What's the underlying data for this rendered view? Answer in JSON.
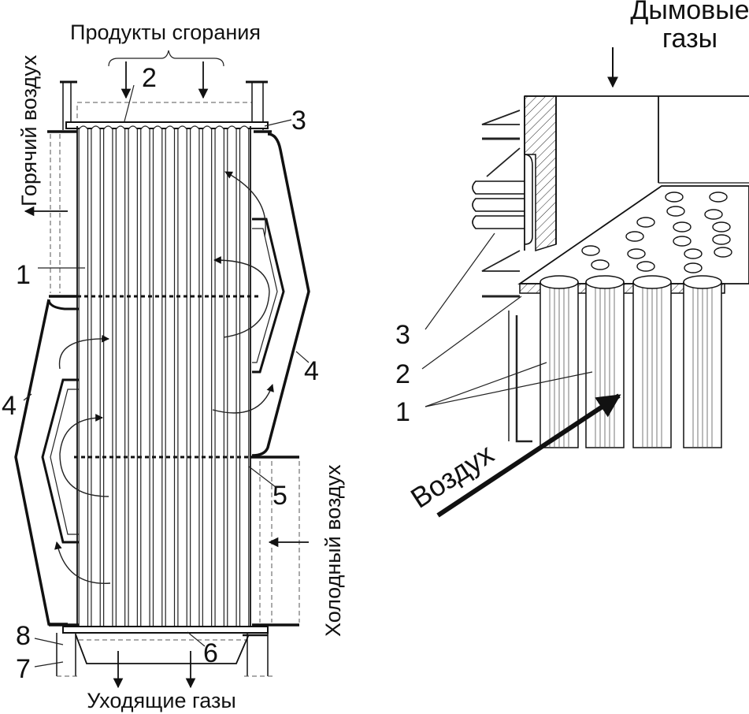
{
  "left_diagram": {
    "label_top": "Продукты сгорания",
    "label_bottom": "Уходящие газы",
    "label_hot_air": "Горячий воздух",
    "label_cold_air": "Холодный воздух",
    "callouts": {
      "n1": "1",
      "n2": "2",
      "n3": "3",
      "n4_left": "4",
      "n4_right": "4",
      "n5": "5",
      "n6": "6",
      "n7": "7",
      "n8": "8"
    },
    "tube_count": 14
  },
  "right_diagram": {
    "label_flue_gases_line1": "Дымовые",
    "label_flue_gases_line2": "газы",
    "label_air": "Воздух",
    "callouts": {
      "n3": "3",
      "n2": "2",
      "n1": "1"
    }
  },
  "colors": {
    "ink": "#111111",
    "background": "#ffffff"
  }
}
